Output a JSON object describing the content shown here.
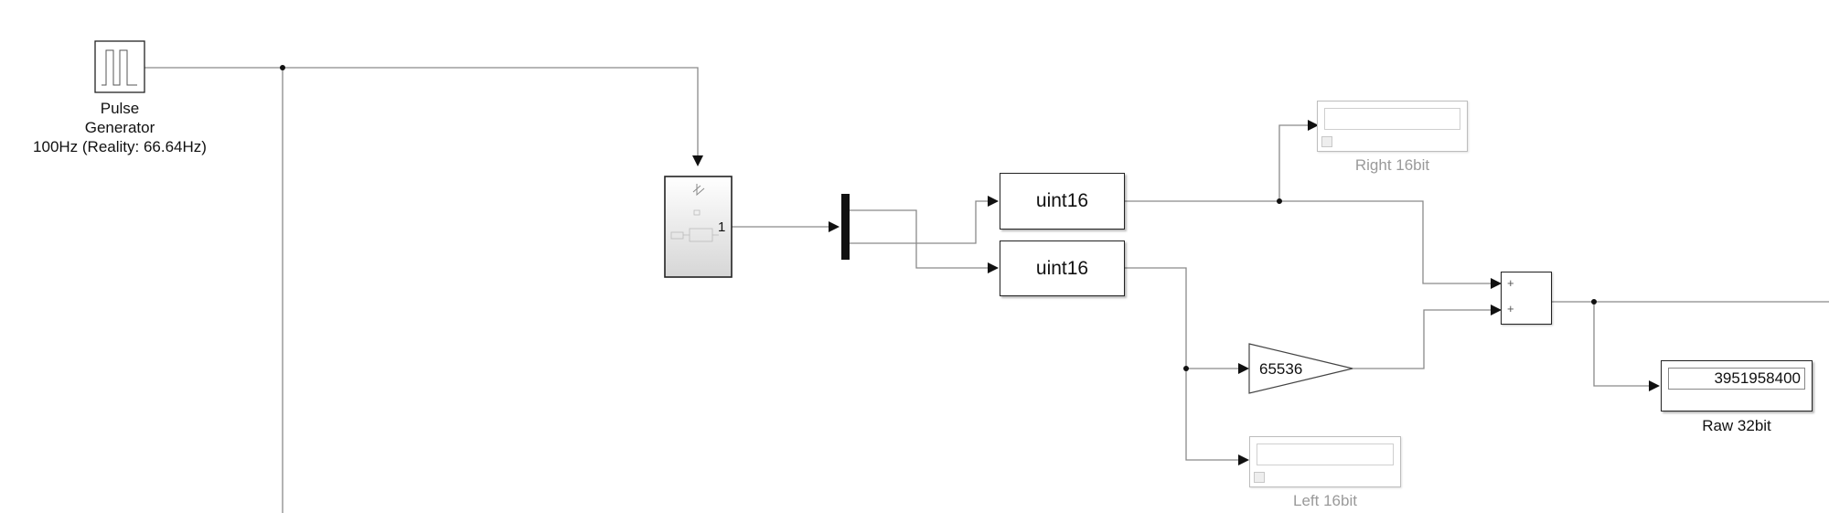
{
  "pulse_generator": {
    "name_line1": "Pulse",
    "name_line2": "Generator",
    "name_line3": "100Hz (Reality: 66.64Hz)"
  },
  "subsystem": {
    "port_label": "1"
  },
  "convert_right": {
    "label": "uint16"
  },
  "convert_left": {
    "label": "uint16"
  },
  "gain": {
    "value": "65536"
  },
  "sum": {
    "sign_1": "+",
    "sign_2": "+"
  },
  "display_right": {
    "name": "Right 16bit",
    "value": ""
  },
  "display_left": {
    "name": "Left 16bit",
    "value": ""
  },
  "display_raw": {
    "name": "Raw 32bit",
    "value": "3951958400"
  },
  "colors": {
    "line": "#8a8a8a",
    "block_border": "#222222",
    "dimmed": "#9a9a9a"
  }
}
